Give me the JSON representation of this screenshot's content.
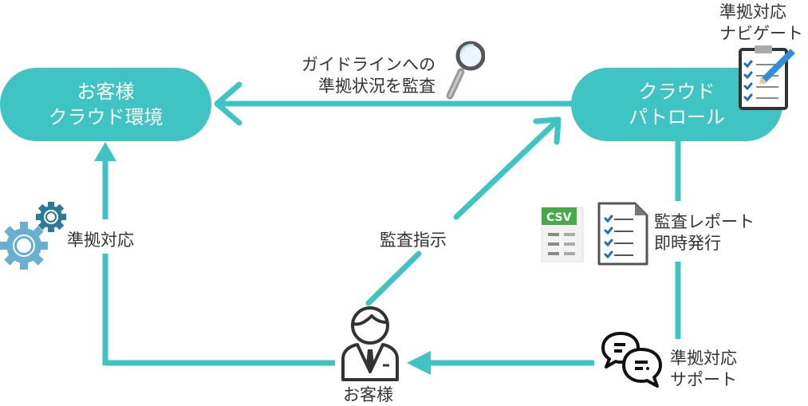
{
  "colors": {
    "teal": "#3fc3c3",
    "text": "#333333",
    "gear_light": "#6aaed0",
    "gear_dark": "#2b7a99",
    "pencil": "#2e8fd6",
    "check": "#1f6fb8",
    "csv_green": "#4aa84a"
  },
  "nodes": {
    "customer_cloud": {
      "line1": "お客様",
      "line2": "クラウド環境"
    },
    "cloud_patrol": {
      "line1": "クラウド",
      "line2": "パトロール"
    }
  },
  "labels": {
    "audit_guideline": {
      "line1": "ガイドラインへの",
      "line2": "準拠状況を監査"
    },
    "compliance_navigate": {
      "line1": "準拠対応",
      "line2": "ナビゲート"
    },
    "audit_report": {
      "line1": "監査レポート",
      "line2": "即時発行"
    },
    "compliance_support": {
      "line1": "準拠対応",
      "line2": "サポート"
    },
    "audit_instruction": "監査指示",
    "compliance_action": "準拠対応",
    "customer": "お客様"
  },
  "icons": {
    "csv_badge": "CSV",
    "magnifier": "magnifier-icon",
    "clipboard": "clipboard-pencil-icon",
    "report": "checklist-document-icon",
    "chat": "chat-bubbles-icon",
    "person": "businessperson-icon",
    "gears": "gears-icon"
  }
}
